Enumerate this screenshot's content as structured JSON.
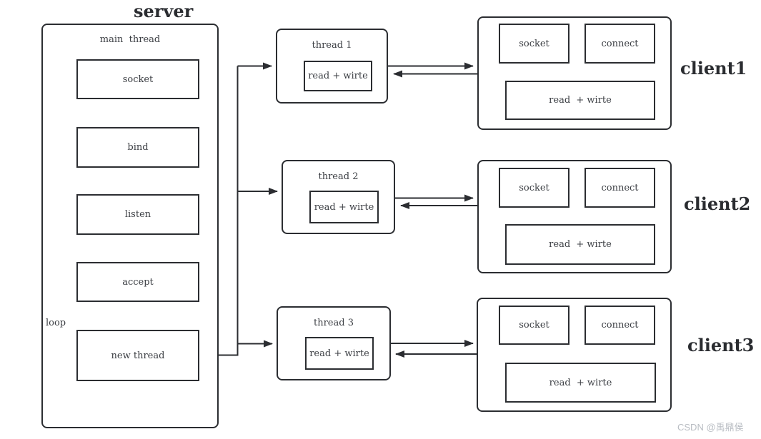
{
  "colors": {
    "line": "#2b2d31",
    "box_border": "#2b2d31",
    "text": "#3b3e43",
    "heading": "#2a2c30",
    "background": "#ffffff",
    "watermark": "#b9bdc3"
  },
  "headings": {
    "server": "server",
    "client1": "client1",
    "client2": "client2",
    "client3": "client3"
  },
  "server": {
    "main_thread_label": "main  thread",
    "loop_label": "loop",
    "steps": {
      "socket": "socket",
      "bind": "bind",
      "listen": "listen",
      "accept": "accept",
      "new_thread": "new thread"
    }
  },
  "threads": [
    {
      "title": "thread 1",
      "body": "read + wirte"
    },
    {
      "title": "thread 2",
      "body": "read + wirte"
    },
    {
      "title": "thread 3",
      "body": "read + wirte"
    }
  ],
  "clients": [
    {
      "socket": "socket",
      "connect": "connect",
      "body": "read  + wirte"
    },
    {
      "socket": "socket",
      "connect": "connect",
      "body": "read  + wirte"
    },
    {
      "socket": "socket",
      "connect": "connect",
      "body": "read  + wirte"
    }
  ],
  "watermark": "CSDN @禹鼎侯"
}
